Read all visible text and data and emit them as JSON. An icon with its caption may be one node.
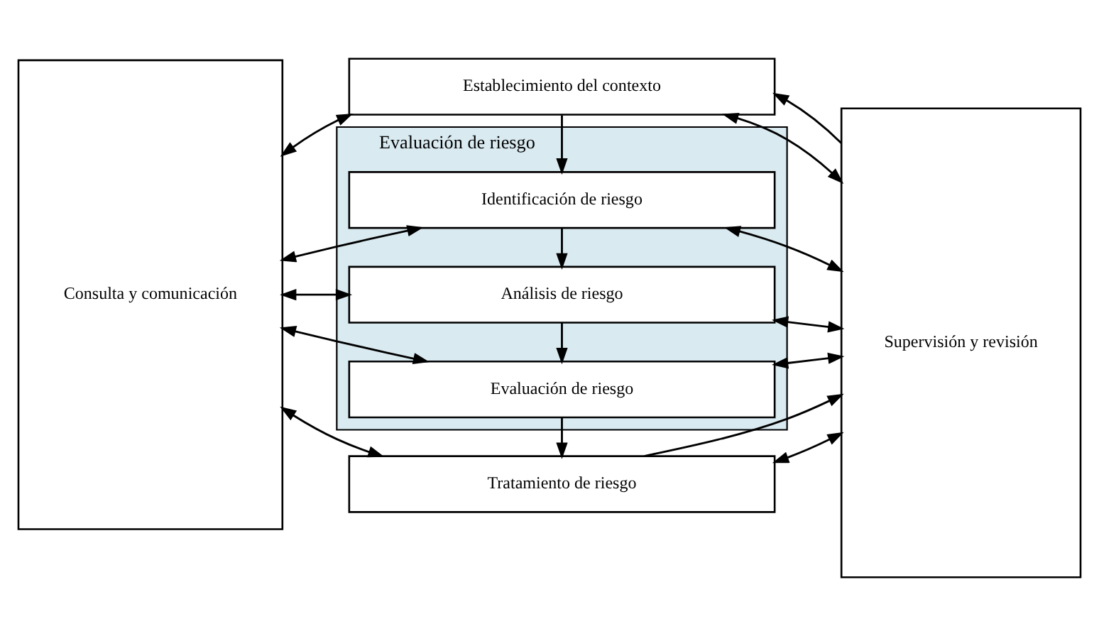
{
  "diagram": {
    "nodes": [
      {
        "text": [
          "Consulta y comunicación"
        ]
      },
      {
        "text": [
          "Establecimiento del contexto"
        ]
      },
      {
        "text": [
          "Evaluación de riesgo"
        ]
      },
      {
        "text": [
          "Identificación de riesgo"
        ],
        "in": 2
      },
      {
        "text": [
          "Análisis de riesgo"
        ],
        "in": 2
      },
      {
        "text": [
          "Evaluación de riesgo"
        ],
        "in": 2
      },
      {
        "text": [
          "Tratamiento de riesgo"
        ]
      },
      {
        "text": [
          "Supervisión y revisión"
        ]
      }
    ],
    "edges": [
      {
        "from": 0,
        "to": 1,
        "arrow": "both"
      },
      {
        "from": 1,
        "to": 7,
        "arrow": "both"
      },
      {
        "from": 0,
        "to": 3,
        "arrow": "both"
      },
      {
        "from": 3,
        "to": 7,
        "arrow": "both"
      },
      {
        "from": 0,
        "to": 4,
        "arrow": "both"
      },
      {
        "from": 4,
        "to": 7,
        "arrow": "both"
      },
      {
        "from": 0,
        "to": 5,
        "arrow": "both"
      },
      {
        "from": 5,
        "to": 7,
        "arrow": "both"
      },
      {
        "from": 0,
        "to": 6,
        "arrow": "both"
      },
      {
        "from": 6,
        "to": 7,
        "arrow": "both"
      },
      {
        "from": 1,
        "to": 3,
        "arrow": "to"
      },
      {
        "from": 3,
        "to": 4,
        "arrow": "to"
      },
      {
        "from": 4,
        "to": 5,
        "arrow": "to"
      },
      {
        "from": 5,
        "to": 6,
        "arrow": "to"
      },
      {
        "from": 7,
        "to": 1,
        "arrow": "to"
      },
      {
        "from": 6,
        "to": 7,
        "arrow": "to"
      }
    ]
  }
}
